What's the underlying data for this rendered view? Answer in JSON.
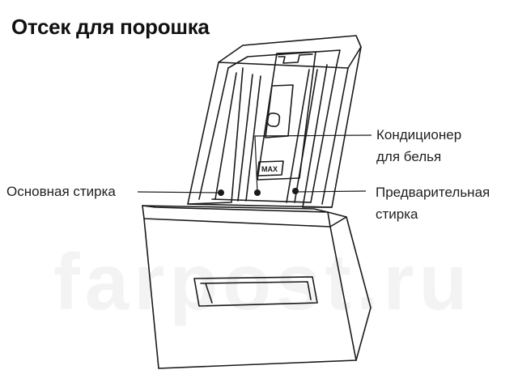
{
  "title": "Отсек для порошка",
  "labels": {
    "softener_line1": "Кондиционер",
    "softener_line2": "для белья",
    "main_wash": "Основная стирка",
    "prewash_line1": "Предварительная",
    "prewash_line2": "стирка",
    "max_mark": "MAX"
  },
  "watermark": "farpost.ru",
  "colors": {
    "line": "#1a1a1a",
    "background": "#ffffff"
  }
}
